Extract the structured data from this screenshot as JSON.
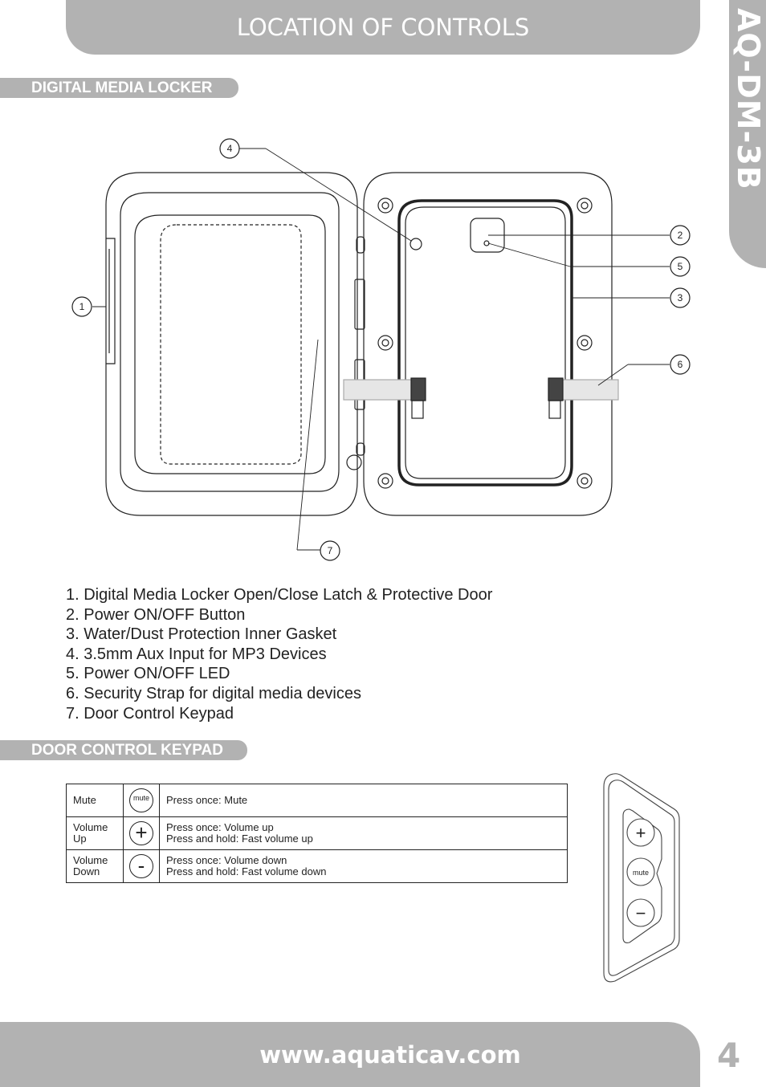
{
  "header": {
    "title": "LOCATION OF CONTROLS"
  },
  "side_tab": {
    "model": "AQ-DM-3B"
  },
  "sections": {
    "digital_media_locker": "DIGITAL MEDIA LOCKER",
    "door_control_keypad": "DOOR CONTROL KEYPAD"
  },
  "callouts": [
    "1",
    "2",
    "3",
    "4",
    "5",
    "6",
    "7"
  ],
  "parts": [
    "1. Digital Media Locker Open/Close Latch & Protective Door",
    "2. Power ON/OFF Button",
    "3. Water/Dust Protection Inner Gasket",
    "4. 3.5mm Aux Input for MP3 Devices",
    "5. Power ON/OFF LED",
    "6. Security Strap for digital media devices",
    "7. Door Control Keypad"
  ],
  "keypad_table": [
    {
      "label": "Mute",
      "icon": "mute",
      "lines": [
        "Press once: Mute"
      ]
    },
    {
      "label": "Volume Up",
      "icon": "+",
      "lines": [
        "Press once: Volume up",
        "Press and hold: Fast volume up"
      ]
    },
    {
      "label": "Volume Down",
      "icon": "-",
      "lines": [
        "Press once: Volume down",
        "Press and hold: Fast volume down"
      ]
    }
  ],
  "keypad_drawing": {
    "plus": "+",
    "mute": "mute",
    "minus": "−"
  },
  "footer": {
    "url": "www.aquaticav.com",
    "page": "4"
  },
  "colors": {
    "banner_gray": "#b2b2b2",
    "line": "#222222"
  }
}
